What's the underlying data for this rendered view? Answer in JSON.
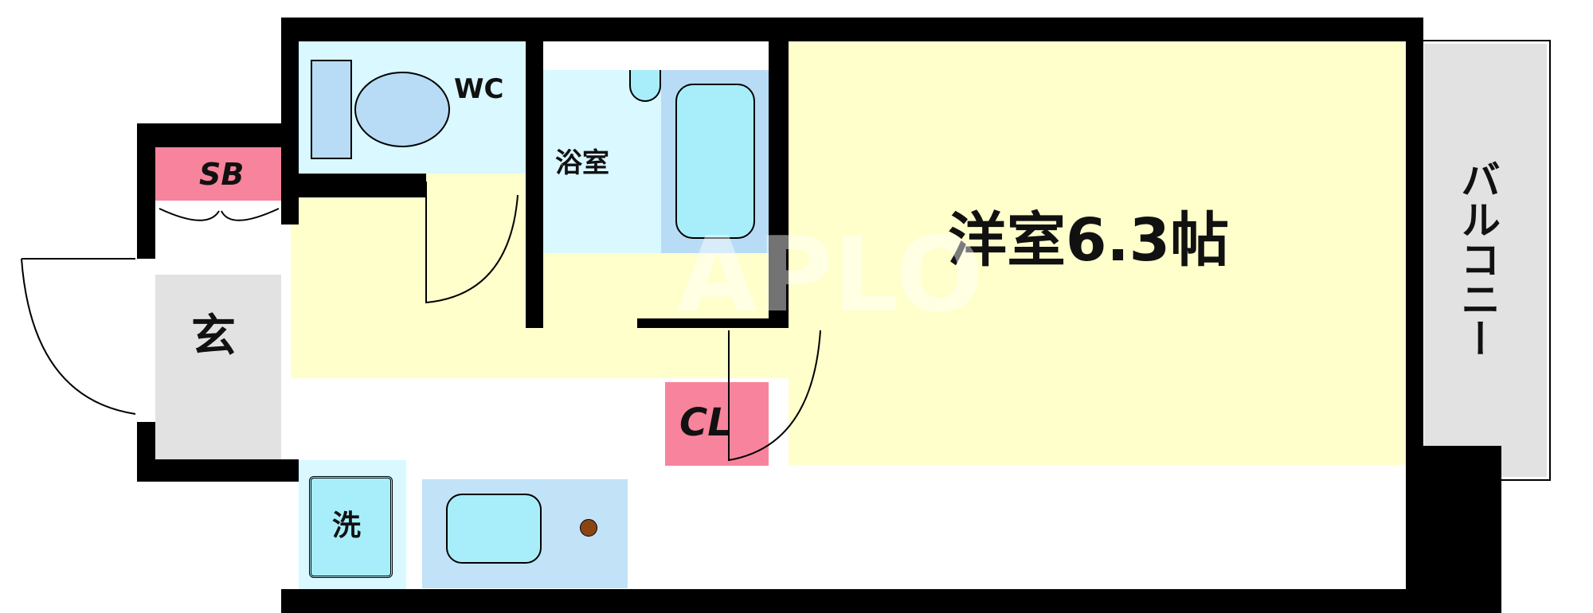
{
  "floorplan": {
    "rooms": {
      "western_room": {
        "label": "洋室6.3帖",
        "name": "洋室",
        "size_jo": 6.3
      },
      "bathroom": {
        "label": "浴室"
      },
      "toilet": {
        "label": "WC"
      },
      "entrance": {
        "label": "玄"
      },
      "shoe_box": {
        "label": "SB"
      },
      "closet": {
        "label": "CL"
      },
      "washer": {
        "label": "洗"
      },
      "balcony": {
        "label": "バルコニー"
      }
    },
    "watermark": {
      "text": "APLO"
    },
    "colors": {
      "wall": "#000000",
      "living_floor": "#FFFFCC",
      "wet_area": "#D9F8FF",
      "fixture": "#B8DCF5",
      "fixture_inner": "#A8EEFA",
      "storage": "#F7849C",
      "entrance_floor": "#E2E2E2",
      "balcony_floor": "#E2E2E2",
      "stove_dot": "#8B4513"
    }
  }
}
